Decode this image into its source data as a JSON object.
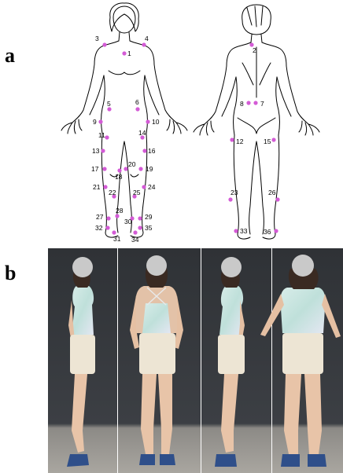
{
  "panel_labels": {
    "a": "a",
    "b": "b"
  },
  "colors": {
    "marker": "#d45bd6",
    "outline": "#000000",
    "face_blur": "#c9c9c9",
    "background_wall": "#3a3d41"
  },
  "front_markers": [
    "1",
    "3",
    "4",
    "5",
    "6",
    "9",
    "10",
    "11",
    "13",
    "14",
    "16",
    "17",
    "18",
    "19",
    "20",
    "21",
    "22",
    "24",
    "25",
    "27",
    "28",
    "29",
    "30",
    "31",
    "32",
    "34",
    "35"
  ],
  "back_markers": [
    "2",
    "7",
    "8",
    "12",
    "15",
    "23",
    "26",
    "33",
    "36"
  ],
  "photos": [
    {
      "view": "left side"
    },
    {
      "view": "back"
    },
    {
      "view": "right side"
    },
    {
      "view": "front"
    }
  ]
}
